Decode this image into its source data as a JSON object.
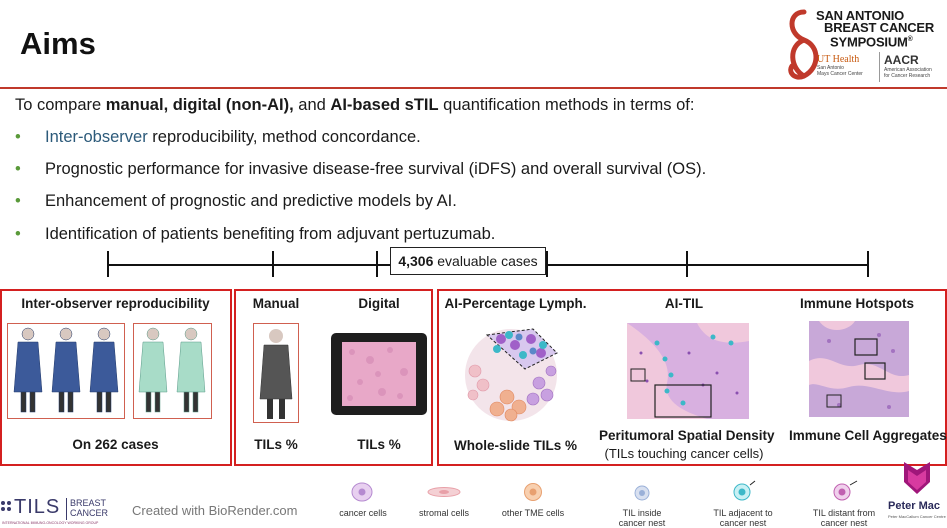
{
  "header": {
    "title": "Aims"
  },
  "symposium": {
    "line1": "SAN ANTONIO",
    "line2": "BREAST CANCER",
    "line3": "SYMPOSIUM",
    "reg": "®",
    "ut": "UT Health",
    "ut_sub1": "San Antonio",
    "ut_sub2": "Mays Cancer Center",
    "aacr": "AACR",
    "aacr_sub1": "American Association",
    "aacr_sub2": "for Cancer Research"
  },
  "intro": {
    "lead": "To compare ",
    "b1": "manual, digital (non-AI),",
    "mid": " and ",
    "b2": "AI-based sTIL",
    "tail": " quantification methods in terms of:"
  },
  "bullets": [
    {
      "highlight": "Inter-observer",
      "text": " reproducibility, method concordance."
    },
    {
      "highlight": "",
      "text": "Prognostic performance for invasive disease-free survival (iDFS) and overall survival (OS)."
    },
    {
      "highlight": "",
      "text": "Enhancement of prognostic and predictive models by AI."
    },
    {
      "highlight": "",
      "text": "Identification of patients benefiting from adjuvant pertuzumab."
    }
  ],
  "timeline": {
    "cases_num": "4,306",
    "cases_text": " evaluable cases"
  },
  "panel1": {
    "title": "Inter-observer reproducibility",
    "caption": "On 262 cases"
  },
  "panel2": {
    "manual": "Manual",
    "digital": "Digital",
    "manual_cap": "TILs %",
    "digital_cap": "TILs %"
  },
  "panel3": {
    "col1_title": "AI-Percentage Lymph.",
    "col1_cap": "Whole-slide TILs %",
    "col2_title": "AI-TIL",
    "col2_cap1": "Peritumoral Spatial Density",
    "col2_cap2": "(TILs touching cancer cells)",
    "col3_title": "Immune Hotspots",
    "col3_cap": "Immune Cell Aggregates"
  },
  "footer": {
    "tils_logo": "TILS",
    "tils_l1": "BREAST",
    "tils_l2": "CANCER",
    "tils_sub": "INTERNATIONAL IMMUNO-ONCOLOGY WORKING GROUP",
    "biorender": "Created with BioRender.com",
    "legend": [
      {
        "l1": "cancer cells",
        "l2": "",
        "color": "#b58ad0"
      },
      {
        "l1": "stromal cells",
        "l2": "",
        "color": "#e8a0a8"
      },
      {
        "l1": "other TME cells",
        "l2": "",
        "color": "#e8a070"
      },
      {
        "l1": "TIL inside",
        "l2": "cancer nest",
        "color": "#9ab0d8"
      },
      {
        "l1": "TIL adjacent to",
        "l2": "cancer nest",
        "color": "#3cb8c8"
      },
      {
        "l1": "TIL distant from",
        "l2": "cancer nest",
        "color": "#c060b0"
      }
    ],
    "petermac": "Peter Mac",
    "petermac_sub": "Peter MacCallum Cancer Centre"
  }
}
